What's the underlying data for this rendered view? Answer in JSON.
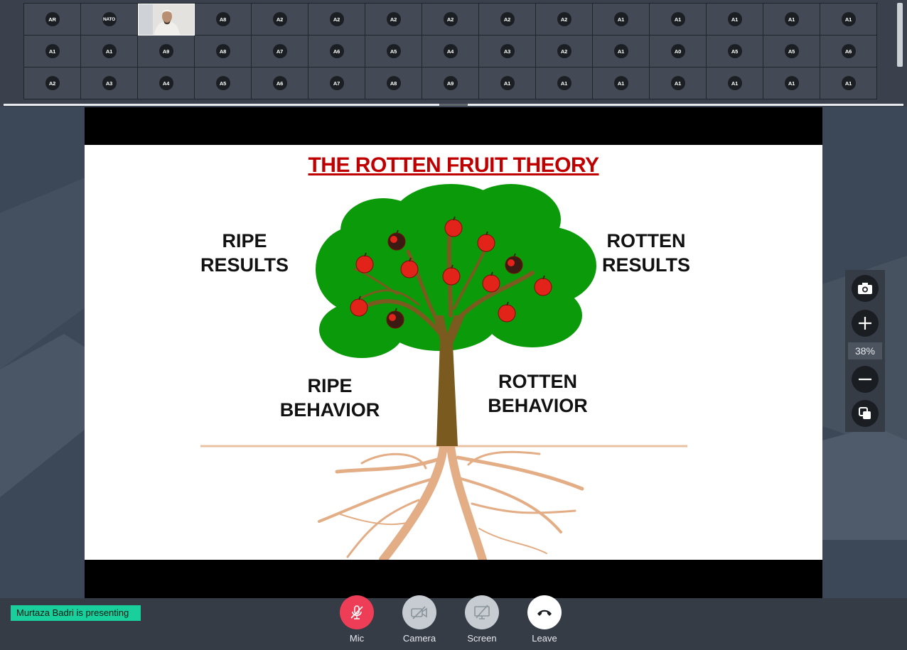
{
  "participants": {
    "rows": [
      [
        "AR",
        "NATO",
        "",
        "A8",
        "A2",
        "A2",
        "A2",
        "A2",
        "A2",
        "A2",
        "A1",
        "A1",
        "A1",
        "A1",
        "A1"
      ],
      [
        "A1",
        "A1",
        "A9",
        "A8",
        "A7",
        "A6",
        "A5",
        "A4",
        "A3",
        "A2",
        "A1",
        "A0",
        "A5",
        "A5",
        "A6"
      ],
      [
        "A2",
        "A3",
        "A4",
        "A5",
        "A6",
        "A7",
        "A8",
        "A9",
        "A1",
        "A1",
        "A1",
        "A1",
        "A1",
        "A1",
        "A1"
      ]
    ],
    "video_tile": {
      "row": 0,
      "col": 2
    }
  },
  "slide": {
    "title": "THE ROTTEN FRUIT THEORY",
    "ripe_results": [
      "RIPE",
      "RESULTS"
    ],
    "rotten_results": [
      "ROTTEN",
      "RESULTS"
    ],
    "ripe_behavior": [
      "RIPE",
      "BEHAVIOR"
    ],
    "rotten_behavior": [
      "ROTTEN",
      "BEHAVIOR"
    ]
  },
  "zoom": {
    "level": "38%"
  },
  "status": {
    "presenting": "Murtaza Badri is presenting"
  },
  "controls": {
    "mic": "Mic",
    "camera": "Camera",
    "screen": "Screen",
    "leave": "Leave"
  },
  "colors": {
    "title_red": "#c00000",
    "mic_red": "#ee3e57",
    "status_green": "#19cf9b",
    "leaf_green": "#0a9a0a",
    "trunk_brown": "#7a5a1e",
    "root_tan": "#e3ad86"
  }
}
